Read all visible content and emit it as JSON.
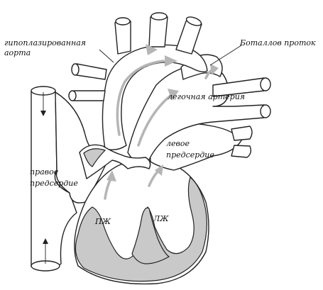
{
  "labels": {
    "hypoplastic_aorta_line1": "гипоплазированная",
    "hypoplastic_aorta_line2": "аорта",
    "ductus_arteriosus": "Боталлов проток",
    "pulmonary_artery": "легочная артерия",
    "left_atrium_line1": "левое",
    "left_atrium_line2": "предсердие",
    "right_atrium_line1": "правое",
    "right_atrium_line2": "предсердие",
    "right_ventricle": "ПЖ",
    "left_ventricle": "ЛЖ"
  },
  "colors": {
    "outline": "#222222",
    "myocardium": "#c9c9c9",
    "flow_arrows": "#b5b5b5",
    "background": "#ffffff"
  }
}
